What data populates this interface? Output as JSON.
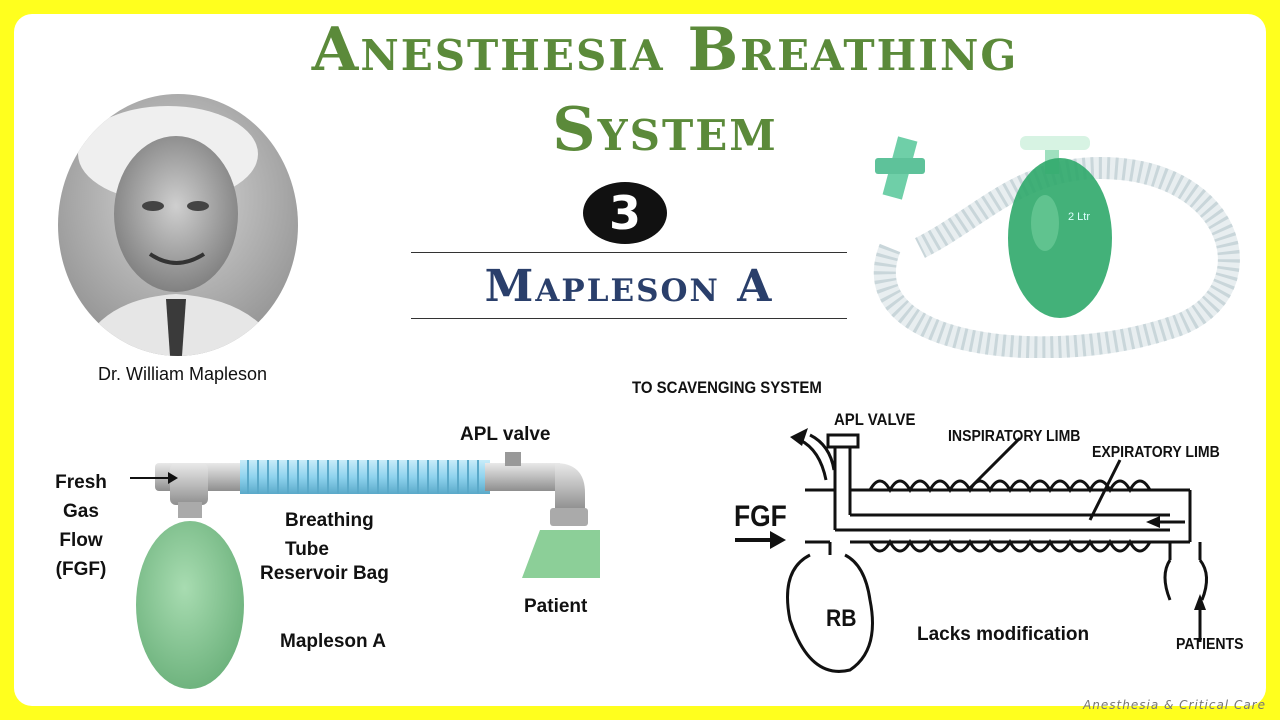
{
  "title": {
    "line1": "Anesthesia Breathing",
    "line2": "System"
  },
  "badge_number": "3",
  "subtitle": "Mapleson A",
  "portrait_caption": "Dr. William Mapleson",
  "product_bag_label": "2 Ltr",
  "left_diagram": {
    "apl_valve": "APL valve",
    "fresh": "Fresh",
    "gas": "Gas",
    "flow": "Flow",
    "fgf": "(FGF)",
    "breathing": "Breathing",
    "tube": "Tube",
    "reservoir_bag": "Reservoir Bag",
    "patient": "Patient",
    "mapleson_a": "Mapleson A"
  },
  "right_diagram": {
    "to_scavenging": "TO SCAVENGING SYSTEM",
    "apl_valve": "APL VALVE",
    "inspiratory_limb": "INSPIRATORY LIMB",
    "expiratory_limb": "EXPIRATORY LIMB",
    "fgf": "FGF",
    "rb": "RB",
    "patients": "PATIENTS",
    "note": "Lacks modification"
  },
  "watermark": "Anesthesia & Critical Care",
  "colors": {
    "frame": "#FFFF1E",
    "title_green": "#5B8A3A",
    "subtitle_navy": "#2A3F6B",
    "bag_green": "#7FBF8E",
    "tube_blue": "#8FD3EE"
  }
}
